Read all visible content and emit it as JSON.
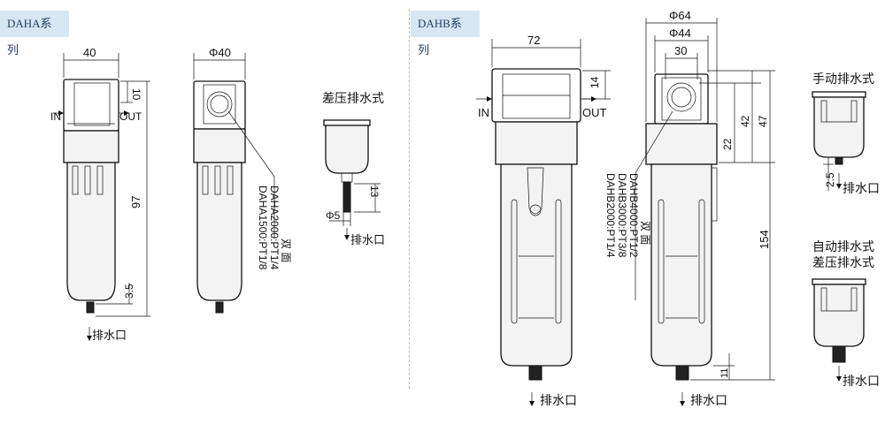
{
  "series_a": {
    "tag": "DAHA系列",
    "front": {
      "width": "40",
      "height": "97",
      "top_offset": "10",
      "bottom_offset": "3.5",
      "inlet": "IN",
      "outlet": "OUT",
      "drain": "排水口"
    },
    "side": {
      "diameter": "Φ40",
      "models": [
        "DAHA1500:PT1/8",
        "DAHA2000:PT1/4"
      ],
      "note": "双 面"
    },
    "drain_detail": {
      "title": "差压排水式",
      "diameter": "Φ5",
      "height": "13",
      "drain": "排水口"
    }
  },
  "series_b": {
    "tag": "DAHB系列",
    "front": {
      "width": "72",
      "top_offset": "14",
      "inlet": "IN",
      "outlet": "OUT",
      "drain": "排水口"
    },
    "side": {
      "d64": "Φ64",
      "d44": "Φ44",
      "w30": "30",
      "h22": "22",
      "h42": "42",
      "h47": "47",
      "h154": "154",
      "h11": "11",
      "models": [
        "DAHB2000:PT1/4",
        "DAHB3000:PT3/8",
        "DAHB4000:PT1/2"
      ],
      "note": "双 面",
      "drain": "排水口"
    },
    "manual": {
      "title": "手动排水式",
      "height": "2.5",
      "drain": "排水口"
    },
    "auto": {
      "title1": "自动排水式",
      "title2": "差压排水式",
      "drain": "排水口"
    }
  }
}
